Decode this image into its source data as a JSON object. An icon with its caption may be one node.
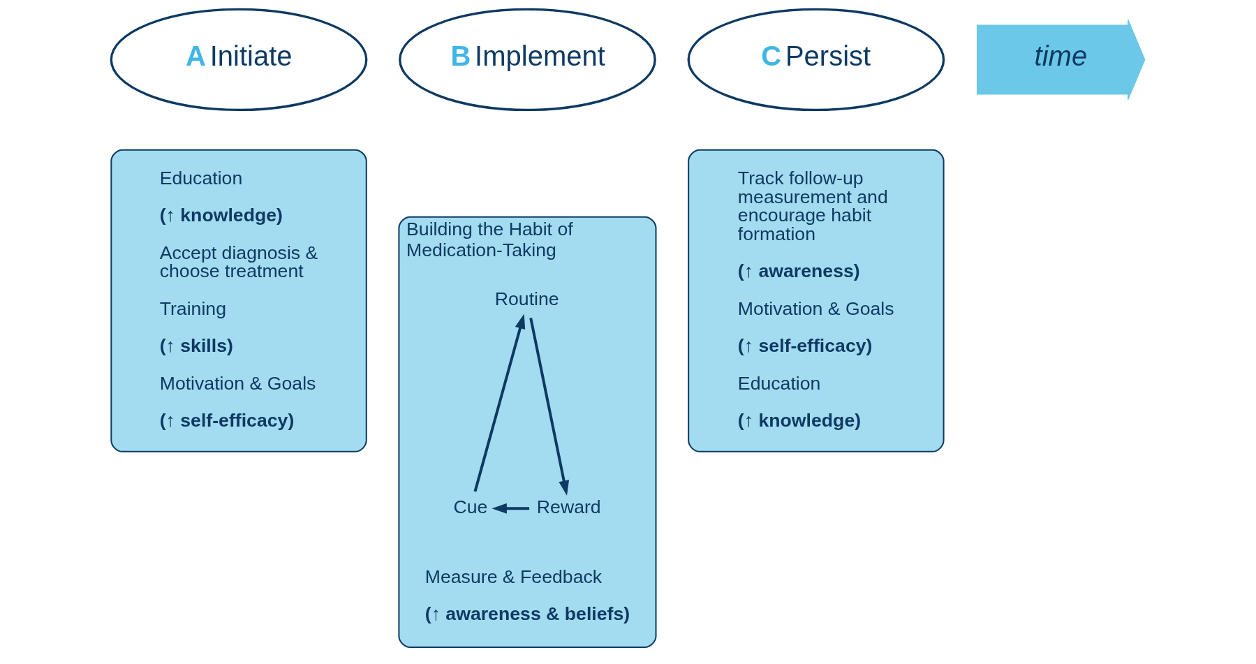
{
  "diagram": {
    "nodes": [
      {
        "text": [
          "A",
          "Initiate"
        ]
      },
      {
        "text": [
          "B",
          "Implement"
        ]
      },
      {
        "text": [
          "C",
          "Persist"
        ]
      },
      {
        "text": [
          "time"
        ]
      },
      {
        "text": [
          "Education",
          "(↑ knowledge)",
          "Accept diagnosis & choose treatment",
          "Training",
          "(↑ skills)",
          "Motivation & Goals",
          "(↑ self-efficacy)"
        ]
      },
      {
        "text": [
          "Building the Habit of Medication-Taking",
          "Measure & Feedback",
          "(↑ awareness & beliefs)"
        ]
      },
      {
        "text": [
          "Routine"
        ],
        "in": 5
      },
      {
        "text": [
          "Cue"
        ],
        "in": 5
      },
      {
        "text": [
          "Reward"
        ],
        "in": 5
      },
      {
        "text": [
          "Track follow-up measurement and encourage habit formation",
          "(↑ awareness)",
          "Motivation & Goals",
          "(↑ self-efficacy)",
          "Education",
          "(↑ knowledge)"
        ]
      }
    ],
    "edges": [
      {
        "from": 7,
        "to": 6,
        "arrow": "to"
      },
      {
        "from": 6,
        "to": 8,
        "arrow": "to"
      },
      {
        "from": 8,
        "to": 7,
        "arrow": "to"
      }
    ]
  }
}
